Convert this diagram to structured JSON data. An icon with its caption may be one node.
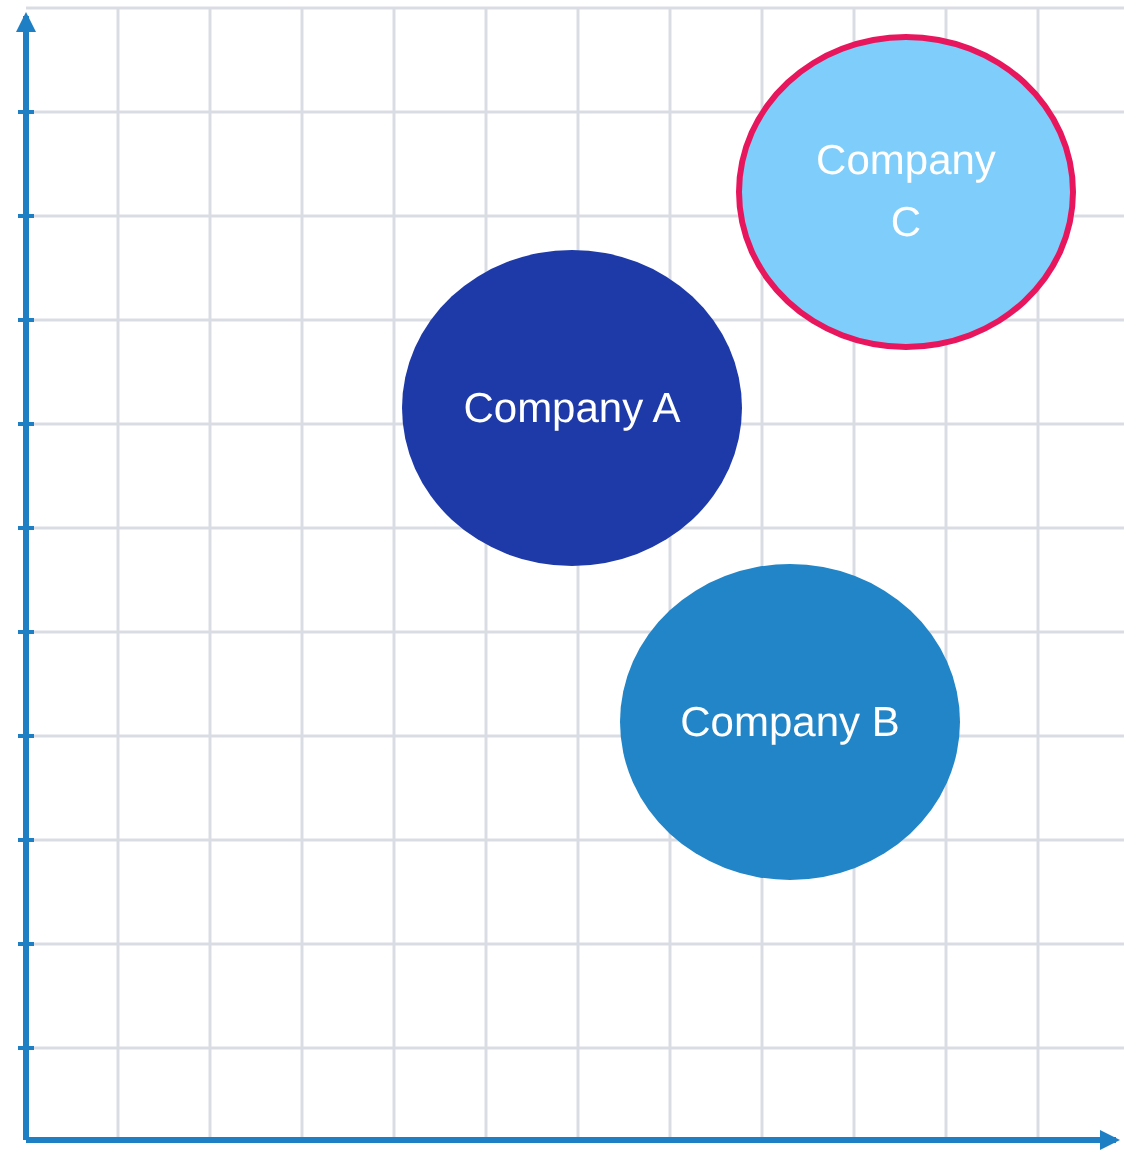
{
  "diagram": {
    "nodes": [
      {
        "text": [
          "Company C"
        ]
      },
      {
        "text": [
          "Company A"
        ]
      },
      {
        "text": [
          "Company B"
        ]
      }
    ]
  }
}
